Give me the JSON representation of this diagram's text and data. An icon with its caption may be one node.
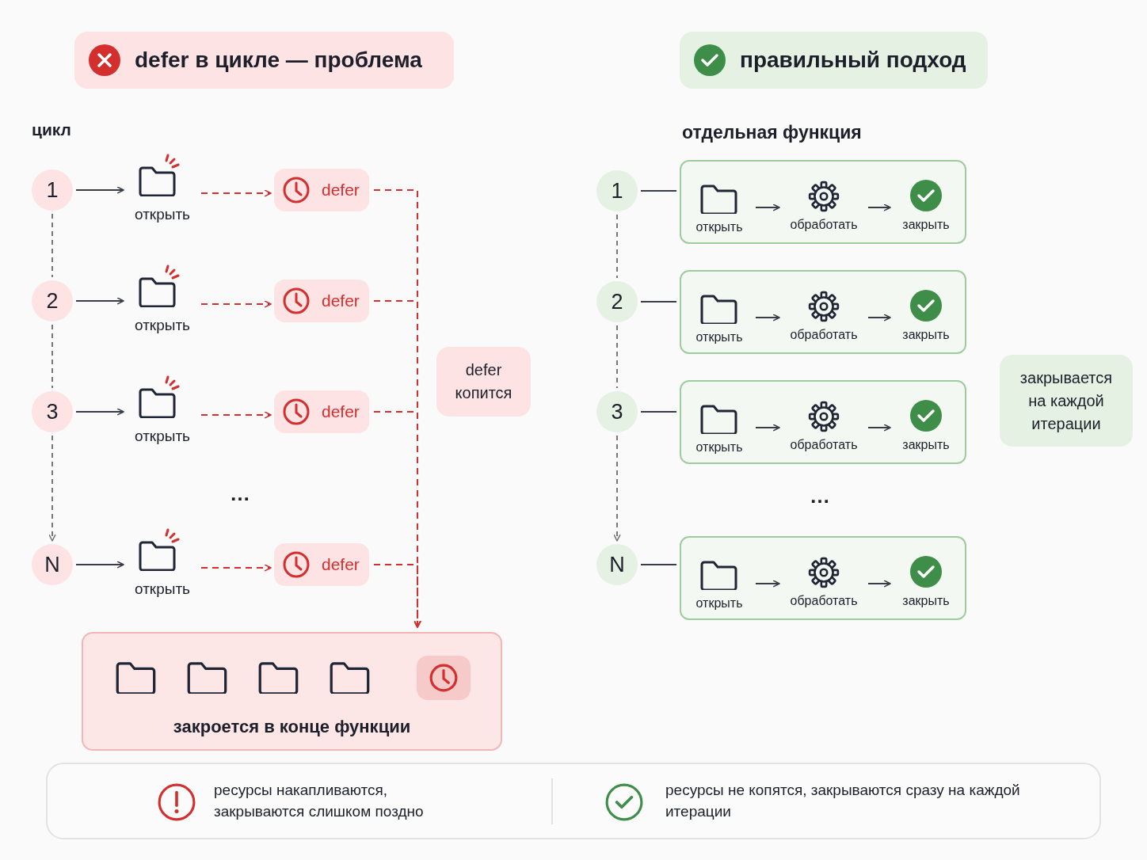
{
  "diagram": {
    "nodes": [
      {
        "text": [
          "defer в цикле — проблема"
        ]
      },
      {
        "text": [
          "1"
        ]
      },
      {
        "text": [
          "открыть"
        ]
      },
      {
        "text": [
          "defer"
        ]
      },
      {
        "text": [
          "2"
        ]
      },
      {
        "text": [
          "открыть"
        ]
      },
      {
        "text": [
          "defer"
        ]
      },
      {
        "text": [
          "3"
        ]
      },
      {
        "text": [
          "открыть"
        ]
      },
      {
        "text": [
          "defer"
        ]
      },
      {
        "text": [
          "N"
        ]
      },
      {
        "text": [
          "открыть"
        ]
      },
      {
        "text": [
          "defer"
        ]
      },
      {
        "text": [
          "defer копится"
        ]
      },
      {
        "text": [
          "закроется в конце функции"
        ]
      },
      {
        "text": [
          "правильный подход"
        ]
      },
      {
        "text": [
          "1"
        ]
      },
      {
        "text": [],
        "shape": "box"
      },
      {
        "text": [
          "открыть"
        ],
        "in": 17
      },
      {
        "text": [
          "обработать"
        ],
        "in": 17
      },
      {
        "text": [
          "закрыть"
        ],
        "in": 17
      },
      {
        "text": [
          "2"
        ]
      },
      {
        "text": [],
        "shape": "box"
      },
      {
        "text": [
          "открыть"
        ],
        "in": 22
      },
      {
        "text": [
          "обработать"
        ],
        "in": 22
      },
      {
        "text": [
          "закрыть"
        ],
        "in": 22
      },
      {
        "text": [
          "3"
        ]
      },
      {
        "text": [],
        "shape": "box"
      },
      {
        "text": [
          "открыть"
        ],
        "in": 27
      },
      {
        "text": [
          "обработать"
        ],
        "in": 27
      },
      {
        "text": [
          "закрыть"
        ],
        "in": 27
      },
      {
        "text": [
          "N"
        ]
      },
      {
        "text": [],
        "shape": "box"
      },
      {
        "text": [
          "открыть"
        ],
        "in": 32
      },
      {
        "text": [
          "обработать"
        ],
        "in": 32
      },
      {
        "text": [
          "закрыть"
        ],
        "in": 32
      },
      {
        "text": [
          "закрывается на каждой итерации"
        ]
      }
    ],
    "edges": [
      {
        "from": 1,
        "to": 2,
        "arrow": "to"
      },
      {
        "from": 2,
        "to": 3,
        "arrow": "to",
        "style": "dashed",
        "color": "#d32f2f"
      },
      {
        "from": 3,
        "to": 14,
        "arrow": "to",
        "style": "dashed",
        "color": "#d32f2f"
      },
      {
        "from": 4,
        "to": 5,
        "arrow": "to"
      },
      {
        "from": 5,
        "to": 6,
        "arrow": "to",
        "style": "dashed",
        "color": "#d32f2f"
      },
      {
        "from": 6,
        "to": 14,
        "arrow": "to",
        "style": "dashed",
        "color": "#d32f2f"
      },
      {
        "from": 7,
        "to": 8,
        "arrow": "to"
      },
      {
        "from": 8,
        "to": 9,
        "arrow": "to",
        "style": "dashed",
        "color": "#d32f2f"
      },
      {
        "from": 9,
        "to": 14,
        "arrow": "to",
        "style": "dashed",
        "color": "#d32f2f"
      },
      {
        "from": 10,
        "to": 11,
        "arrow": "to"
      },
      {
        "from": 11,
        "to": 12,
        "arrow": "to",
        "style": "dashed",
        "color": "#d32f2f"
      },
      {
        "from": 12,
        "to": 14,
        "arrow": "to",
        "style": "dashed",
        "color": "#d32f2f"
      },
      {
        "from": 1,
        "to": 4,
        "arrow": "none",
        "style": "dashed"
      },
      {
        "from": 4,
        "to": 7,
        "arrow": "none",
        "style": "dashed"
      },
      {
        "from": 7,
        "to": 10,
        "arrow": "to",
        "style": "dashed"
      },
      {
        "from": 16,
        "to": 17,
        "arrow": "none"
      },
      {
        "from": 18,
        "to": 19,
        "arrow": "to"
      },
      {
        "from": 19,
        "to": 20,
        "arrow": "to"
      },
      {
        "from": 21,
        "to": 22,
        "arrow": "none"
      },
      {
        "from": 23,
        "to": 24,
        "arrow": "to"
      },
      {
        "from": 24,
        "to": 25,
        "arrow": "to"
      },
      {
        "from": 26,
        "to": 27,
        "arrow": "none"
      },
      {
        "from": 28,
        "to": 29,
        "arrow": "to"
      },
      {
        "from": 29,
        "to": 30,
        "arrow": "to"
      },
      {
        "from": 31,
        "to": 32,
        "arrow": "none"
      },
      {
        "from": 33,
        "to": 34,
        "arrow": "to"
      },
      {
        "from": 34,
        "to": 35,
        "arrow": "to"
      },
      {
        "from": 16,
        "to": 21,
        "arrow": "none",
        "style": "dashed"
      },
      {
        "from": 21,
        "to": 26,
        "arrow": "none",
        "style": "dashed"
      },
      {
        "from": 26,
        "to": 31,
        "arrow": "to",
        "style": "dashed"
      }
    ],
    "labels": [
      "цикл",
      "отдельная функция",
      "…",
      "…",
      "ресурсы накапливаются, закрываются слишком поздно",
      "ресурсы не копятся, закрываются сразу на каждой итерации"
    ]
  }
}
